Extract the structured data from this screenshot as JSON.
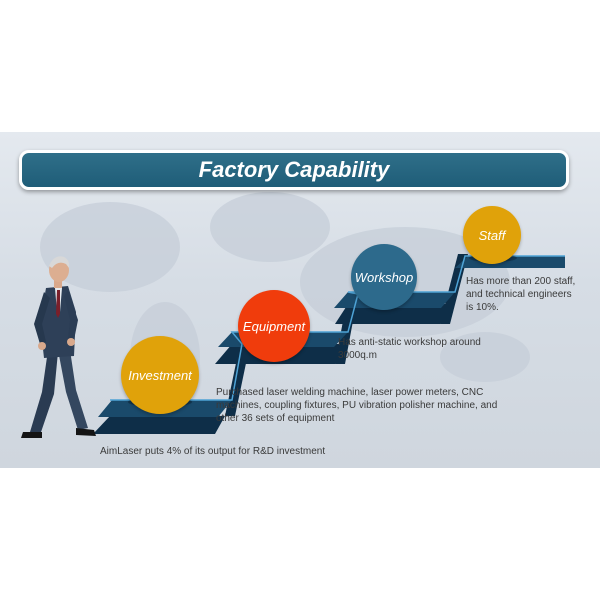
{
  "banner": {
    "title": "Factory Capability"
  },
  "stages": [
    {
      "label": "Investment",
      "color": "#e0a20a",
      "description": "AimLaser puts 4% of its output for R&D investment"
    },
    {
      "label": "Equipment",
      "color": "#f03c0c",
      "description": "Purchased laser welding machine, laser power meters, CNC machines, coupling fixtures, PU vibration polisher machine, and other 36 sets of equipment"
    },
    {
      "label": "Workshop",
      "color": "#2d6a8c",
      "description": "Has anti-static workshop around 3000q.m"
    },
    {
      "label": "Staff",
      "color": "#e0a20a",
      "description": "Has more than 200 staff, and technical engineers is 10%."
    }
  ],
  "colors": {
    "banner": "#1f5d78",
    "step_top": "#1a4a6b",
    "step_front": "#0e2e48",
    "step_line": "#4ea3d6"
  }
}
